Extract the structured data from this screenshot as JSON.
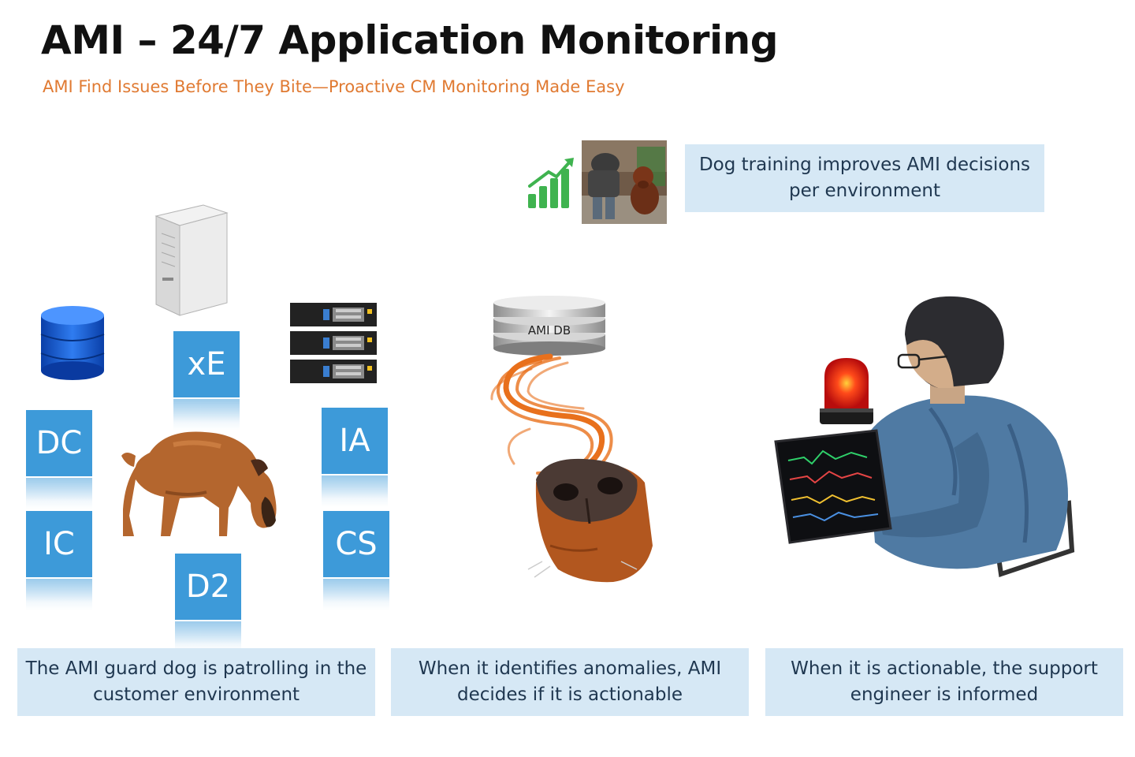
{
  "header": {
    "title": "AMI – 24/7 Application Monitoring",
    "subtitle": "AMI Find Issues Before They Bite—Proactive CM Monitoring Made Easy"
  },
  "training": {
    "caption": "Dog training improves AMI decisions per environment"
  },
  "tiles": {
    "xe": "xE",
    "dc": "DC",
    "ic": "IC",
    "d2": "D2",
    "ia": "IA",
    "cs": "CS"
  },
  "database": {
    "label": "AMI DB"
  },
  "captions": {
    "patrol": "The AMI guard dog is patrolling in the customer environment",
    "anomalies": "When it identifies anomalies, AMI decides if it is actionable",
    "informed": "When it is actionable, the support engineer is informed"
  },
  "colors": {
    "title": "#111111",
    "subtitle_orange": "#e07a32",
    "tile_blue": "#3d9ad9",
    "caption_bg": "#d6e8f5",
    "caption_text": "#1f3750",
    "growth_green": "#3fb34f",
    "alarm_red": "#e41d1d"
  },
  "icons": [
    "growth-chart-icon",
    "dog-training-photo",
    "server-tower-icon",
    "database-icon",
    "rack-server-icon",
    "guard-dog-illustration",
    "ami-db-icon",
    "scent-trail-icon",
    "dog-nose-illustration",
    "engineer-illustration",
    "alarm-light-icon",
    "laptop-icon"
  ]
}
